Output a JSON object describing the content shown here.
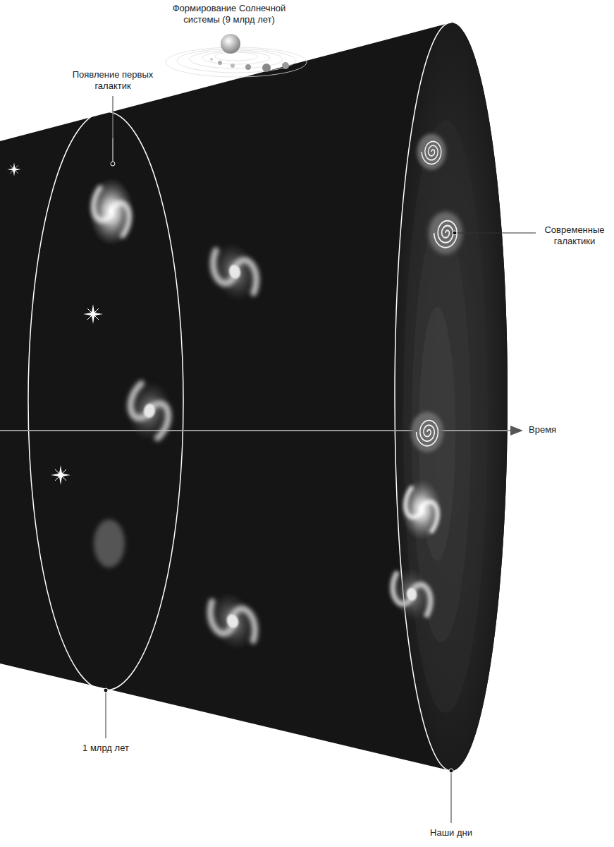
{
  "diagram": {
    "labels": [
      "Формирование Солнечной системы (9 млрд лет)",
      "Появление первых галактик",
      "Современные галактики",
      "Время",
      "1 млрд лет",
      "Наши дни"
    ]
  }
}
